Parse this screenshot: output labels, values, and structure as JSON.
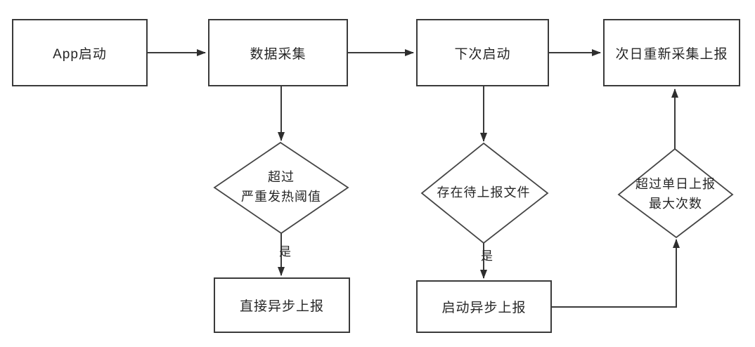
{
  "diagram": {
    "type": "flowchart",
    "colors": {
      "background": "#ffffff",
      "line": "#3a3a3a",
      "text": "#262626"
    },
    "nodes": {
      "app_start": {
        "shape": "rect",
        "label": "App启动"
      },
      "data_collect": {
        "shape": "rect",
        "label": "数据采集"
      },
      "next_launch": {
        "shape": "rect",
        "label": "下次启动"
      },
      "next_day_report": {
        "shape": "rect",
        "label": "次日重新采集上报"
      },
      "over_threshold": {
        "shape": "diamond",
        "label": "超过\n严重发热阈值"
      },
      "pending_file": {
        "shape": "diamond",
        "label": "存在待上报文件"
      },
      "over_daily_max": {
        "shape": "diamond",
        "label": "超过单日上报\n最大次数"
      },
      "direct_report": {
        "shape": "rect",
        "label": "直接异步上报"
      },
      "start_async_report": {
        "shape": "rect",
        "label": "启动异步上报"
      }
    },
    "edges": [
      {
        "from": "app_start",
        "to": "data_collect",
        "label": ""
      },
      {
        "from": "data_collect",
        "to": "next_launch",
        "label": ""
      },
      {
        "from": "next_launch",
        "to": "next_day_report",
        "label": ""
      },
      {
        "from": "data_collect",
        "to": "over_threshold",
        "label": ""
      },
      {
        "from": "over_threshold",
        "to": "direct_report",
        "label": "是"
      },
      {
        "from": "next_launch",
        "to": "pending_file",
        "label": ""
      },
      {
        "from": "pending_file",
        "to": "start_async_report",
        "label": "是"
      },
      {
        "from": "start_async_report",
        "to": "over_daily_max",
        "label": ""
      },
      {
        "from": "over_daily_max",
        "to": "next_day_report",
        "label": ""
      }
    ]
  }
}
